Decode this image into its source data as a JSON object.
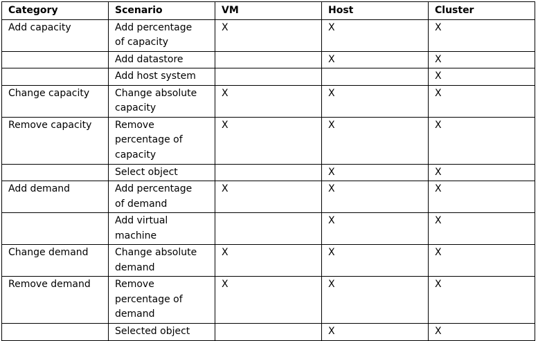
{
  "table": {
    "headers": [
      "Category",
      "Scenario",
      "VM",
      "Host",
      "Cluster"
    ],
    "rows": [
      {
        "category": "Add capacity",
        "scenario": "Add percentage of capacity",
        "vm": "X",
        "host": "X",
        "cluster": "X"
      },
      {
        "category": "",
        "scenario": "Add datastore",
        "vm": "",
        "host": "X",
        "cluster": "X"
      },
      {
        "category": "",
        "scenario": "Add host system",
        "vm": "",
        "host": "",
        "cluster": "X"
      },
      {
        "category": "Change capacity",
        "scenario": "Change absolute capacity",
        "vm": "X",
        "host": "X",
        "cluster": "X"
      },
      {
        "category": "Remove capacity",
        "scenario": "Remove percentage of capacity",
        "vm": "X",
        "host": "X",
        "cluster": "X"
      },
      {
        "category": "",
        "scenario": "Select object",
        "vm": "",
        "host": "X",
        "cluster": "X"
      },
      {
        "category": "Add demand",
        "scenario": "Add percentage of demand",
        "vm": "X",
        "host": "X",
        "cluster": "X"
      },
      {
        "category": "",
        "scenario": "Add virtual machine",
        "vm": "",
        "host": "X",
        "cluster": "X"
      },
      {
        "category": "Change demand",
        "scenario": "Change absolute demand",
        "vm": "X",
        "host": "X",
        "cluster": "X"
      },
      {
        "category": "Remove demand",
        "scenario": "Remove percentage of demand",
        "vm": "X",
        "host": "X",
        "cluster": "X"
      },
      {
        "category": "",
        "scenario": "Selected object",
        "vm": "",
        "host": "X",
        "cluster": "X"
      }
    ]
  }
}
